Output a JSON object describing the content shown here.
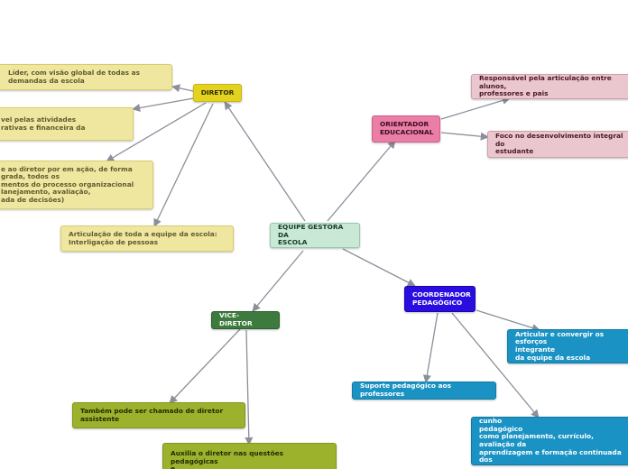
{
  "nodes": {
    "center": "EQUIPE GESTORA DA\nESCOLA",
    "diretor": "DIRETOR",
    "diretor_lider": "Líder, com visão global de todas as\ndemandas da escola",
    "diretor_resp": "vel pelas atividades\nrativas e financeira da",
    "diretor_acao": "e ao diretor por em ação, de forma\ngrada, todos os\nmentos do processo organizacional\nlanejamento, avaliação,\nada de decisões)",
    "diretor_articulacao": "Articulação de toda a equipe da escola:\nInterligação de pessoas",
    "orientador": "ORIENTADOR\nEDUCACIONAL",
    "orientador_resp": "Responsável pela articulação entre alunos,\nprofessores e pais",
    "orientador_foco": "Foco no desenvolvimento integral do\nestudante",
    "coordenador": "COORDENADOR\nPEDAGÓGICO",
    "coord_articular": "Articular e convergir os esforços\nintegrante\nda equipe da escola",
    "coord_suporte": "Suporte pedagógico aos professores",
    "coord_resp": "Responsável pelas atividades de cunho\npedagógico\ncomo planejamento, currículo, avaliação da\naprendizagem e formação continuada dos\ndocentes;",
    "vice": "VICE-DIRETOR",
    "vice_tambem": "Também pode ser chamado de diretor\nassistente",
    "vice_auxilia": "Auxilia o diretor nas questões pedagógicas\ne\nadministrativas"
  },
  "colors": {
    "connector": "#8a8f99",
    "diretor": "#e3d21f",
    "diretor_children": "#efe79f",
    "center": "#c9e8d6",
    "orientador": "#ea7ea6",
    "orientador_children": "#eac7cf",
    "coordenador": "#2a0de0",
    "coordenador_children": "#1a93c4",
    "vice": "#3d7a3d",
    "vice_children": "#9cb22c"
  }
}
